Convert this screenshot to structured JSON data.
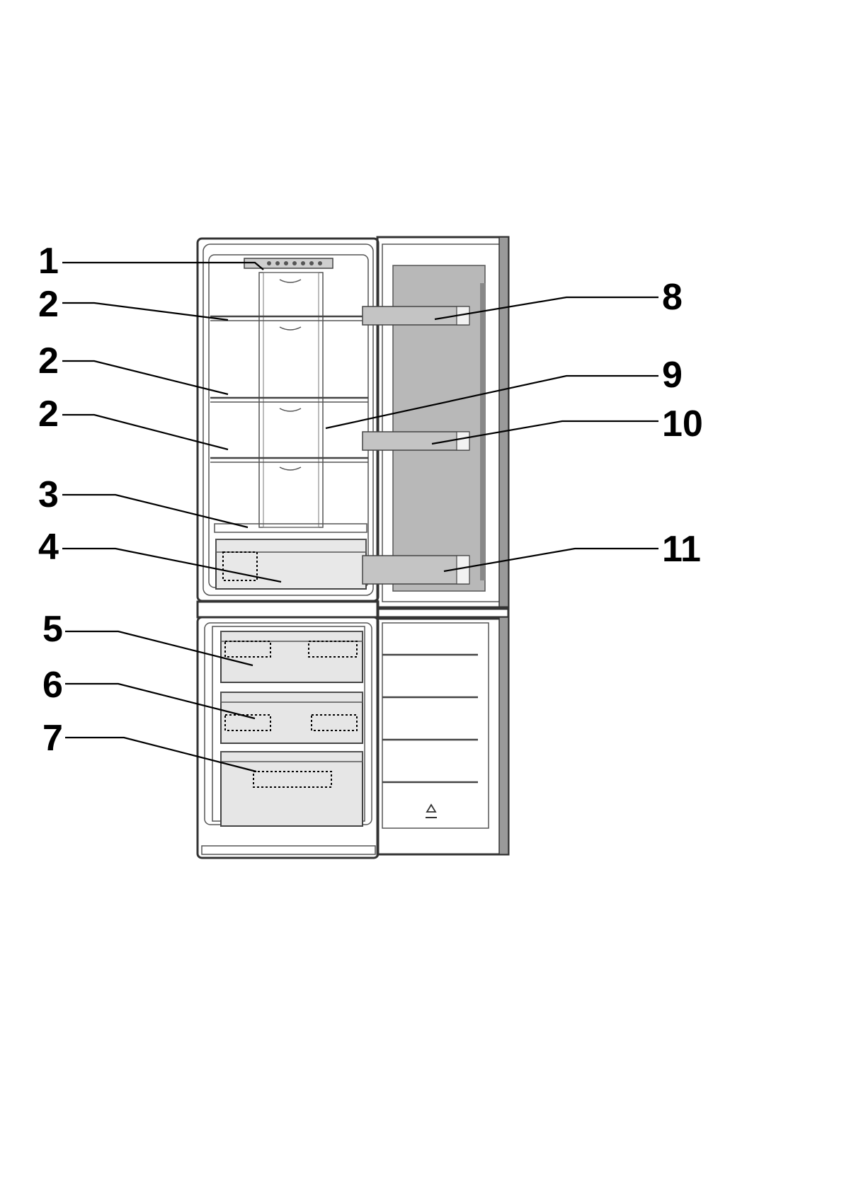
{
  "diagram": {
    "callouts": [
      {
        "id": "c1",
        "label": "1"
      },
      {
        "id": "c2a",
        "label": "2"
      },
      {
        "id": "c2b",
        "label": "2"
      },
      {
        "id": "c2c",
        "label": "2"
      },
      {
        "id": "c3",
        "label": "3"
      },
      {
        "id": "c4",
        "label": "4"
      },
      {
        "id": "c5",
        "label": "5"
      },
      {
        "id": "c6",
        "label": "6"
      },
      {
        "id": "c7",
        "label": "7"
      },
      {
        "id": "c8",
        "label": "8"
      },
      {
        "id": "c9",
        "label": "9"
      },
      {
        "id": "c10",
        "label": "10"
      },
      {
        "id": "c11",
        "label": "11"
      }
    ]
  }
}
